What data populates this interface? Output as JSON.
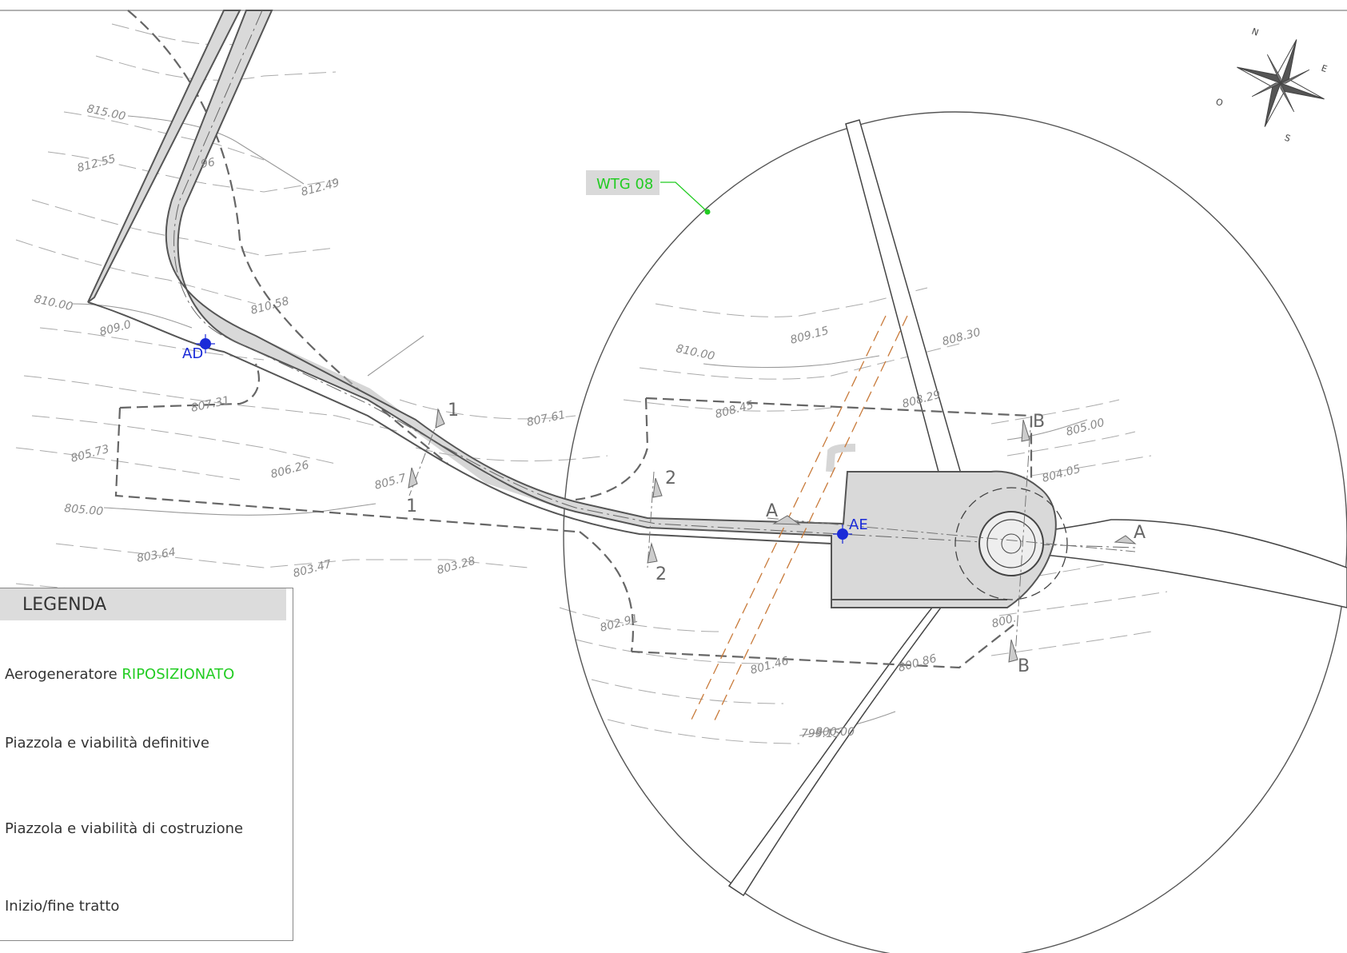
{
  "turbine": {
    "id": "WTG 08",
    "color": "#22cc22"
  },
  "points": {
    "ad": "AD",
    "ae": "AE"
  },
  "sections": {
    "s1": "1",
    "s2": "2",
    "sa": "A",
    "sb": "B"
  },
  "compass": {
    "n": "N",
    "e": "E",
    "s": "S",
    "o": "O"
  },
  "contours": {
    "c815": "815.00",
    "c81255": "812.55",
    "c96": "96",
    "c81249": "812.49",
    "c810a": "810.00",
    "c809": "809.0",
    "c81058": "810.58",
    "c80731": "807.31",
    "c80573": "805.73",
    "c80626": "806.26",
    "c8057": "805.7",
    "c805a": "805.00",
    "c80364": "803.64",
    "c80347": "803.47",
    "c80328": "803.28",
    "c80761": "807.61",
    "c810b": "810.00",
    "c80915": "809.15",
    "c80830": "808.30",
    "c80845": "808.45",
    "c80829": "808.29",
    "c805b": "805.00",
    "c80405": "804.05",
    "c80291": "802.91",
    "c80146": "801.46",
    "c80086": "800.86",
    "c800": "800.",
    "c799": "799.15",
    "c80000": "800.00"
  },
  "legend": {
    "title": "LEGENDA",
    "item1_prefix": "Aerogeneratore ",
    "item1_highlight": "RIPOSIZIONATO",
    "item2": "Piazzola e viabilità definitive",
    "item3": "Piazzola e viabilità di costruzione",
    "item4": "Inizio/fine tratto"
  }
}
